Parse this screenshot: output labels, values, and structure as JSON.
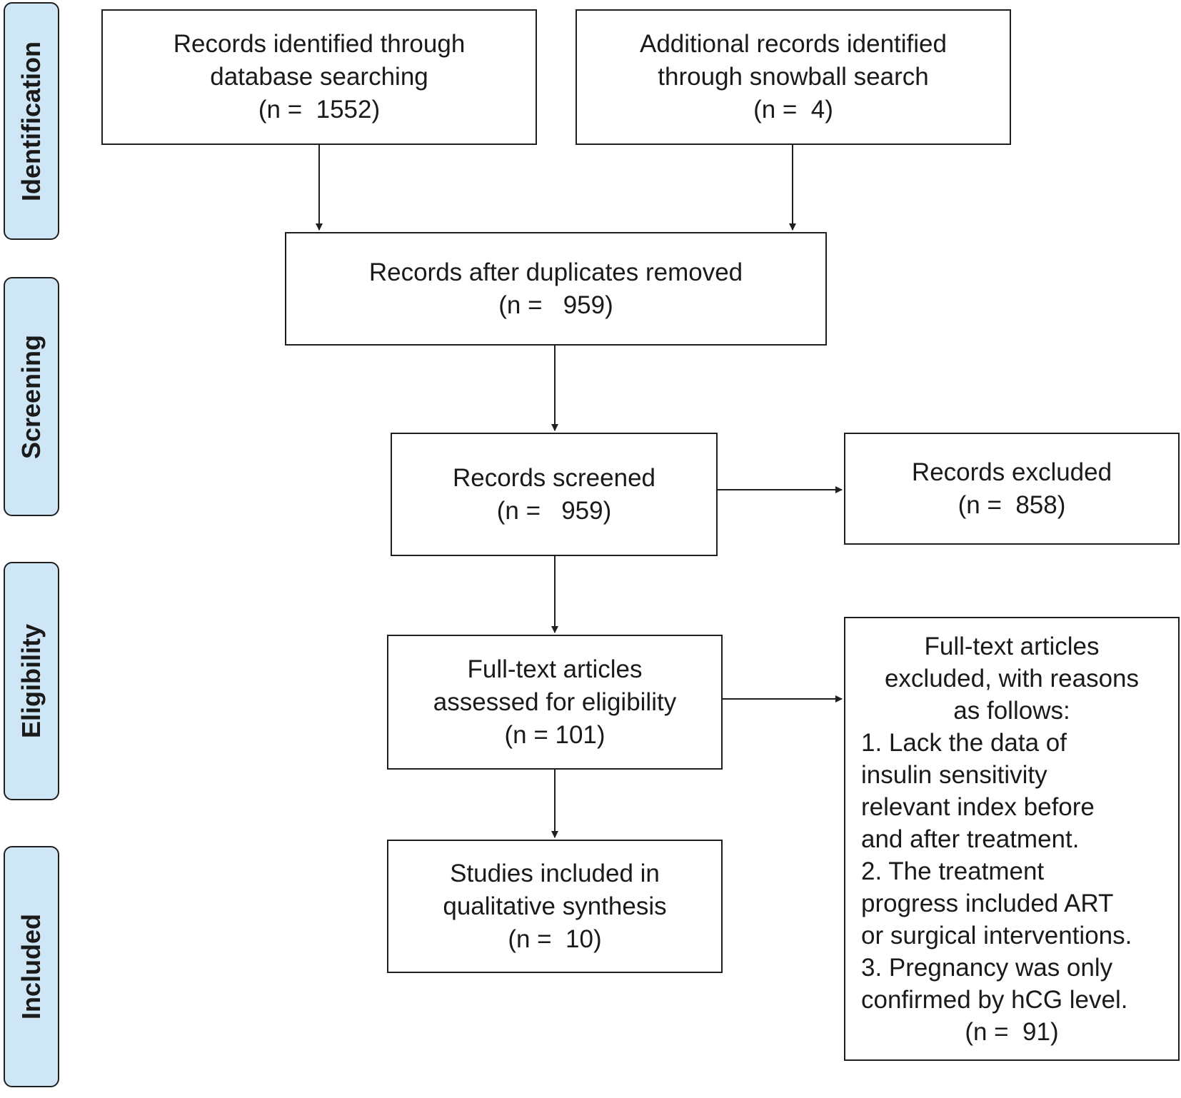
{
  "phases": {
    "identification": "Identification",
    "screening": "Screening",
    "eligibility": "Eligibility",
    "included": "Included"
  },
  "boxes": {
    "database": {
      "line1": "Records identified through",
      "line2": "database searching",
      "count": "(n =  1552)"
    },
    "snowball": {
      "line1": "Additional records identified",
      "line2": "through snowball search",
      "count": "(n =  4)"
    },
    "duplicates": {
      "line1": "Records after duplicates removed",
      "count": "(n =   959)"
    },
    "screened": {
      "line1": "Records screened",
      "count": "(n =   959)"
    },
    "excluded": {
      "line1": "Records excluded",
      "count": "(n =  858)"
    },
    "fulltext": {
      "line1": "Full-text articles",
      "line2": "assessed for eligibility",
      "count": "(n = 101)"
    },
    "fulltext_excluded": {
      "line1": "Full-text articles",
      "line2": "excluded, with reasons",
      "line3": "as follows:",
      "reasons": [
        "1. Lack the data of",
        "insulin sensitivity",
        "relevant index before",
        "and after treatment.",
        "2. The treatment",
        "progress included ART",
        "or surgical interventions.",
        "3. Pregnancy was only",
        "confirmed by hCG level."
      ],
      "count": "(n =  91)"
    },
    "included": {
      "line1": "Studies included in",
      "line2": "qualitative synthesis",
      "count": "(n =  10)"
    }
  }
}
